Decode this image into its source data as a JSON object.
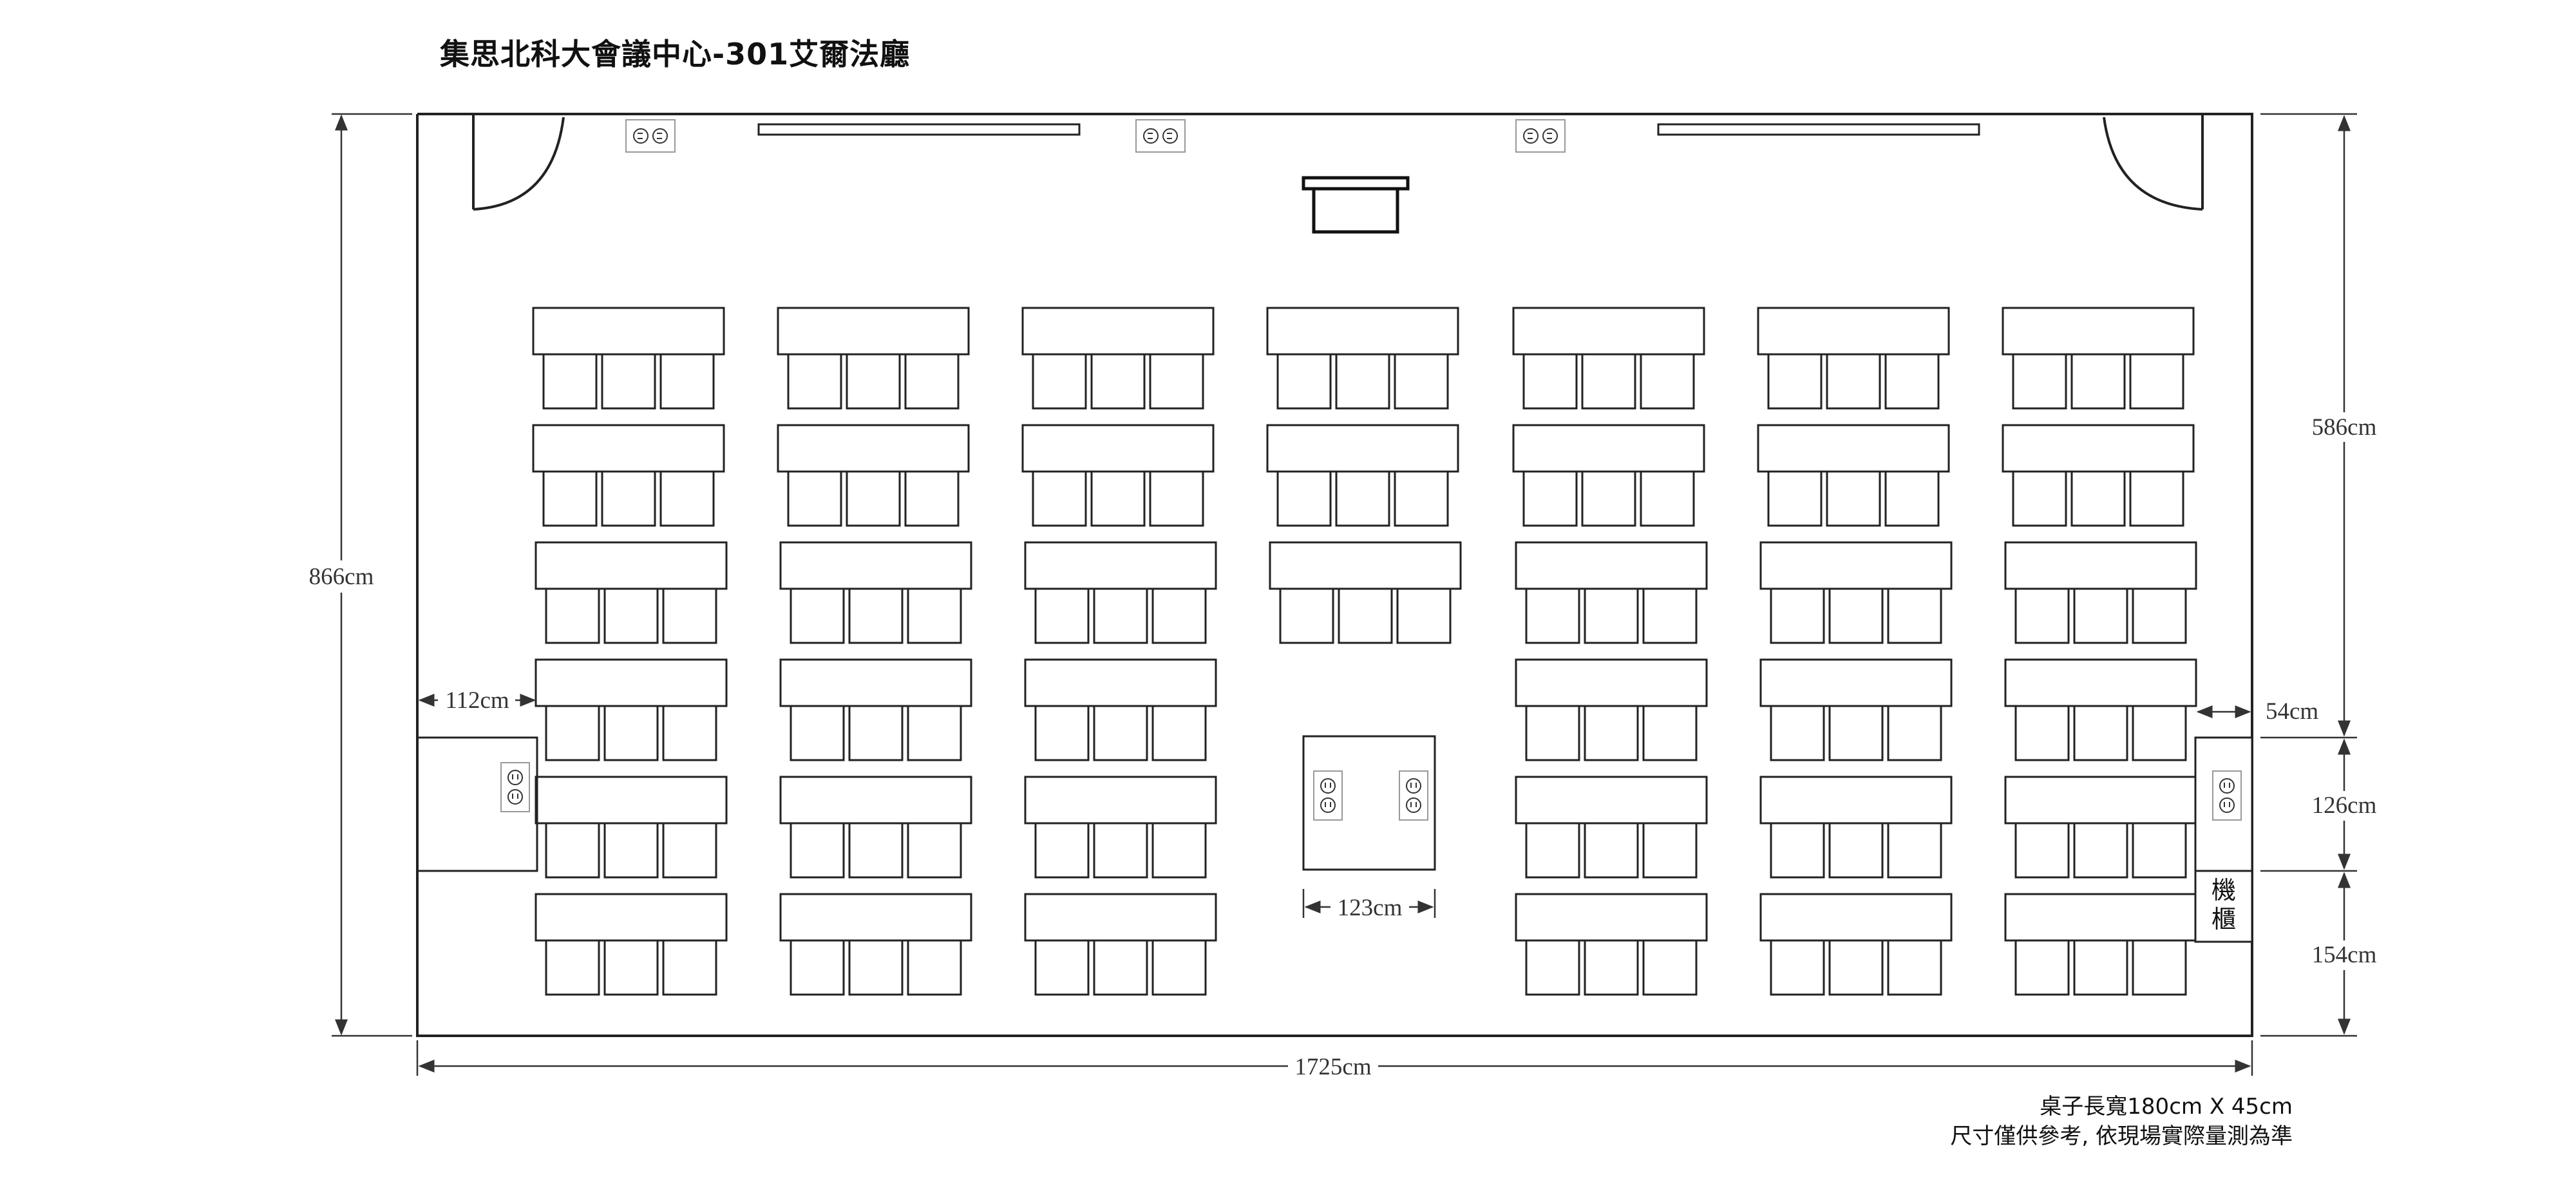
{
  "title": "集思北科大會議中心-301艾爾法廳",
  "dimensions": {
    "total_width": "1725cm",
    "total_height": "866cm",
    "left_gap": "112cm",
    "center_table": "123cm",
    "front_depth": "586cm",
    "right_gap": "54cm",
    "outlet_section": "126cm",
    "cabinet_section": "154cm"
  },
  "cabinet_label": "機櫃",
  "notes": {
    "table_size": "桌子長寬180cm X 45cm",
    "disclaimer": "尺寸僅供參考, 依現場實際量測為準"
  },
  "layout": {
    "table_columns": 7,
    "rows_per_column": [
      6,
      6,
      6,
      3,
      6,
      6,
      6
    ],
    "chairs_per_table": 3
  }
}
